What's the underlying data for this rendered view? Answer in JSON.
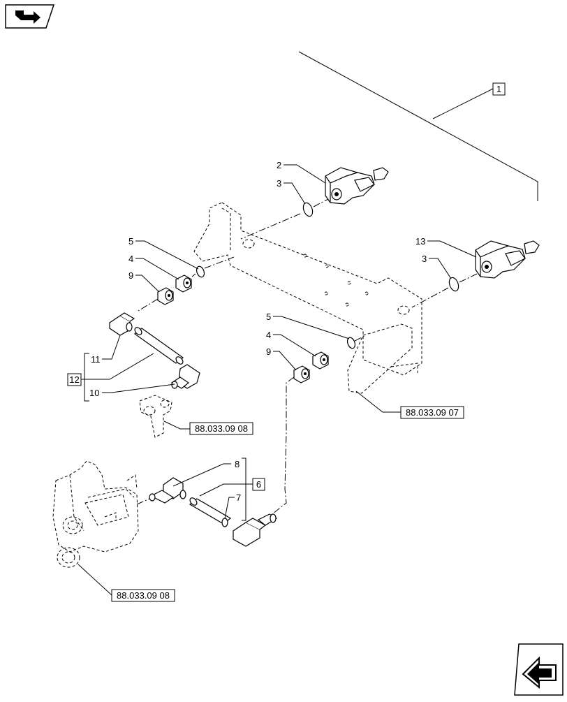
{
  "callouts": {
    "c1": "1",
    "c2": "2",
    "c3a": "3",
    "c3b": "3",
    "c13": "13",
    "c5a": "5",
    "c4a": "4",
    "c9a": "9",
    "c5b": "5",
    "c4b": "4",
    "c9b": "9",
    "c11": "11",
    "c12": "12",
    "c10": "10",
    "c8": "8",
    "c6": "6",
    "c7": "7"
  },
  "references": {
    "ref_tractor_bracket": "88.033.09 07",
    "ref_fitting_upper": "88.033.09 08",
    "ref_valve_lower": "88.033.09 08"
  },
  "icons": {
    "top_left": "go-to-page-arrow-icon",
    "bottom_right": "next-page-arrow-icon"
  }
}
